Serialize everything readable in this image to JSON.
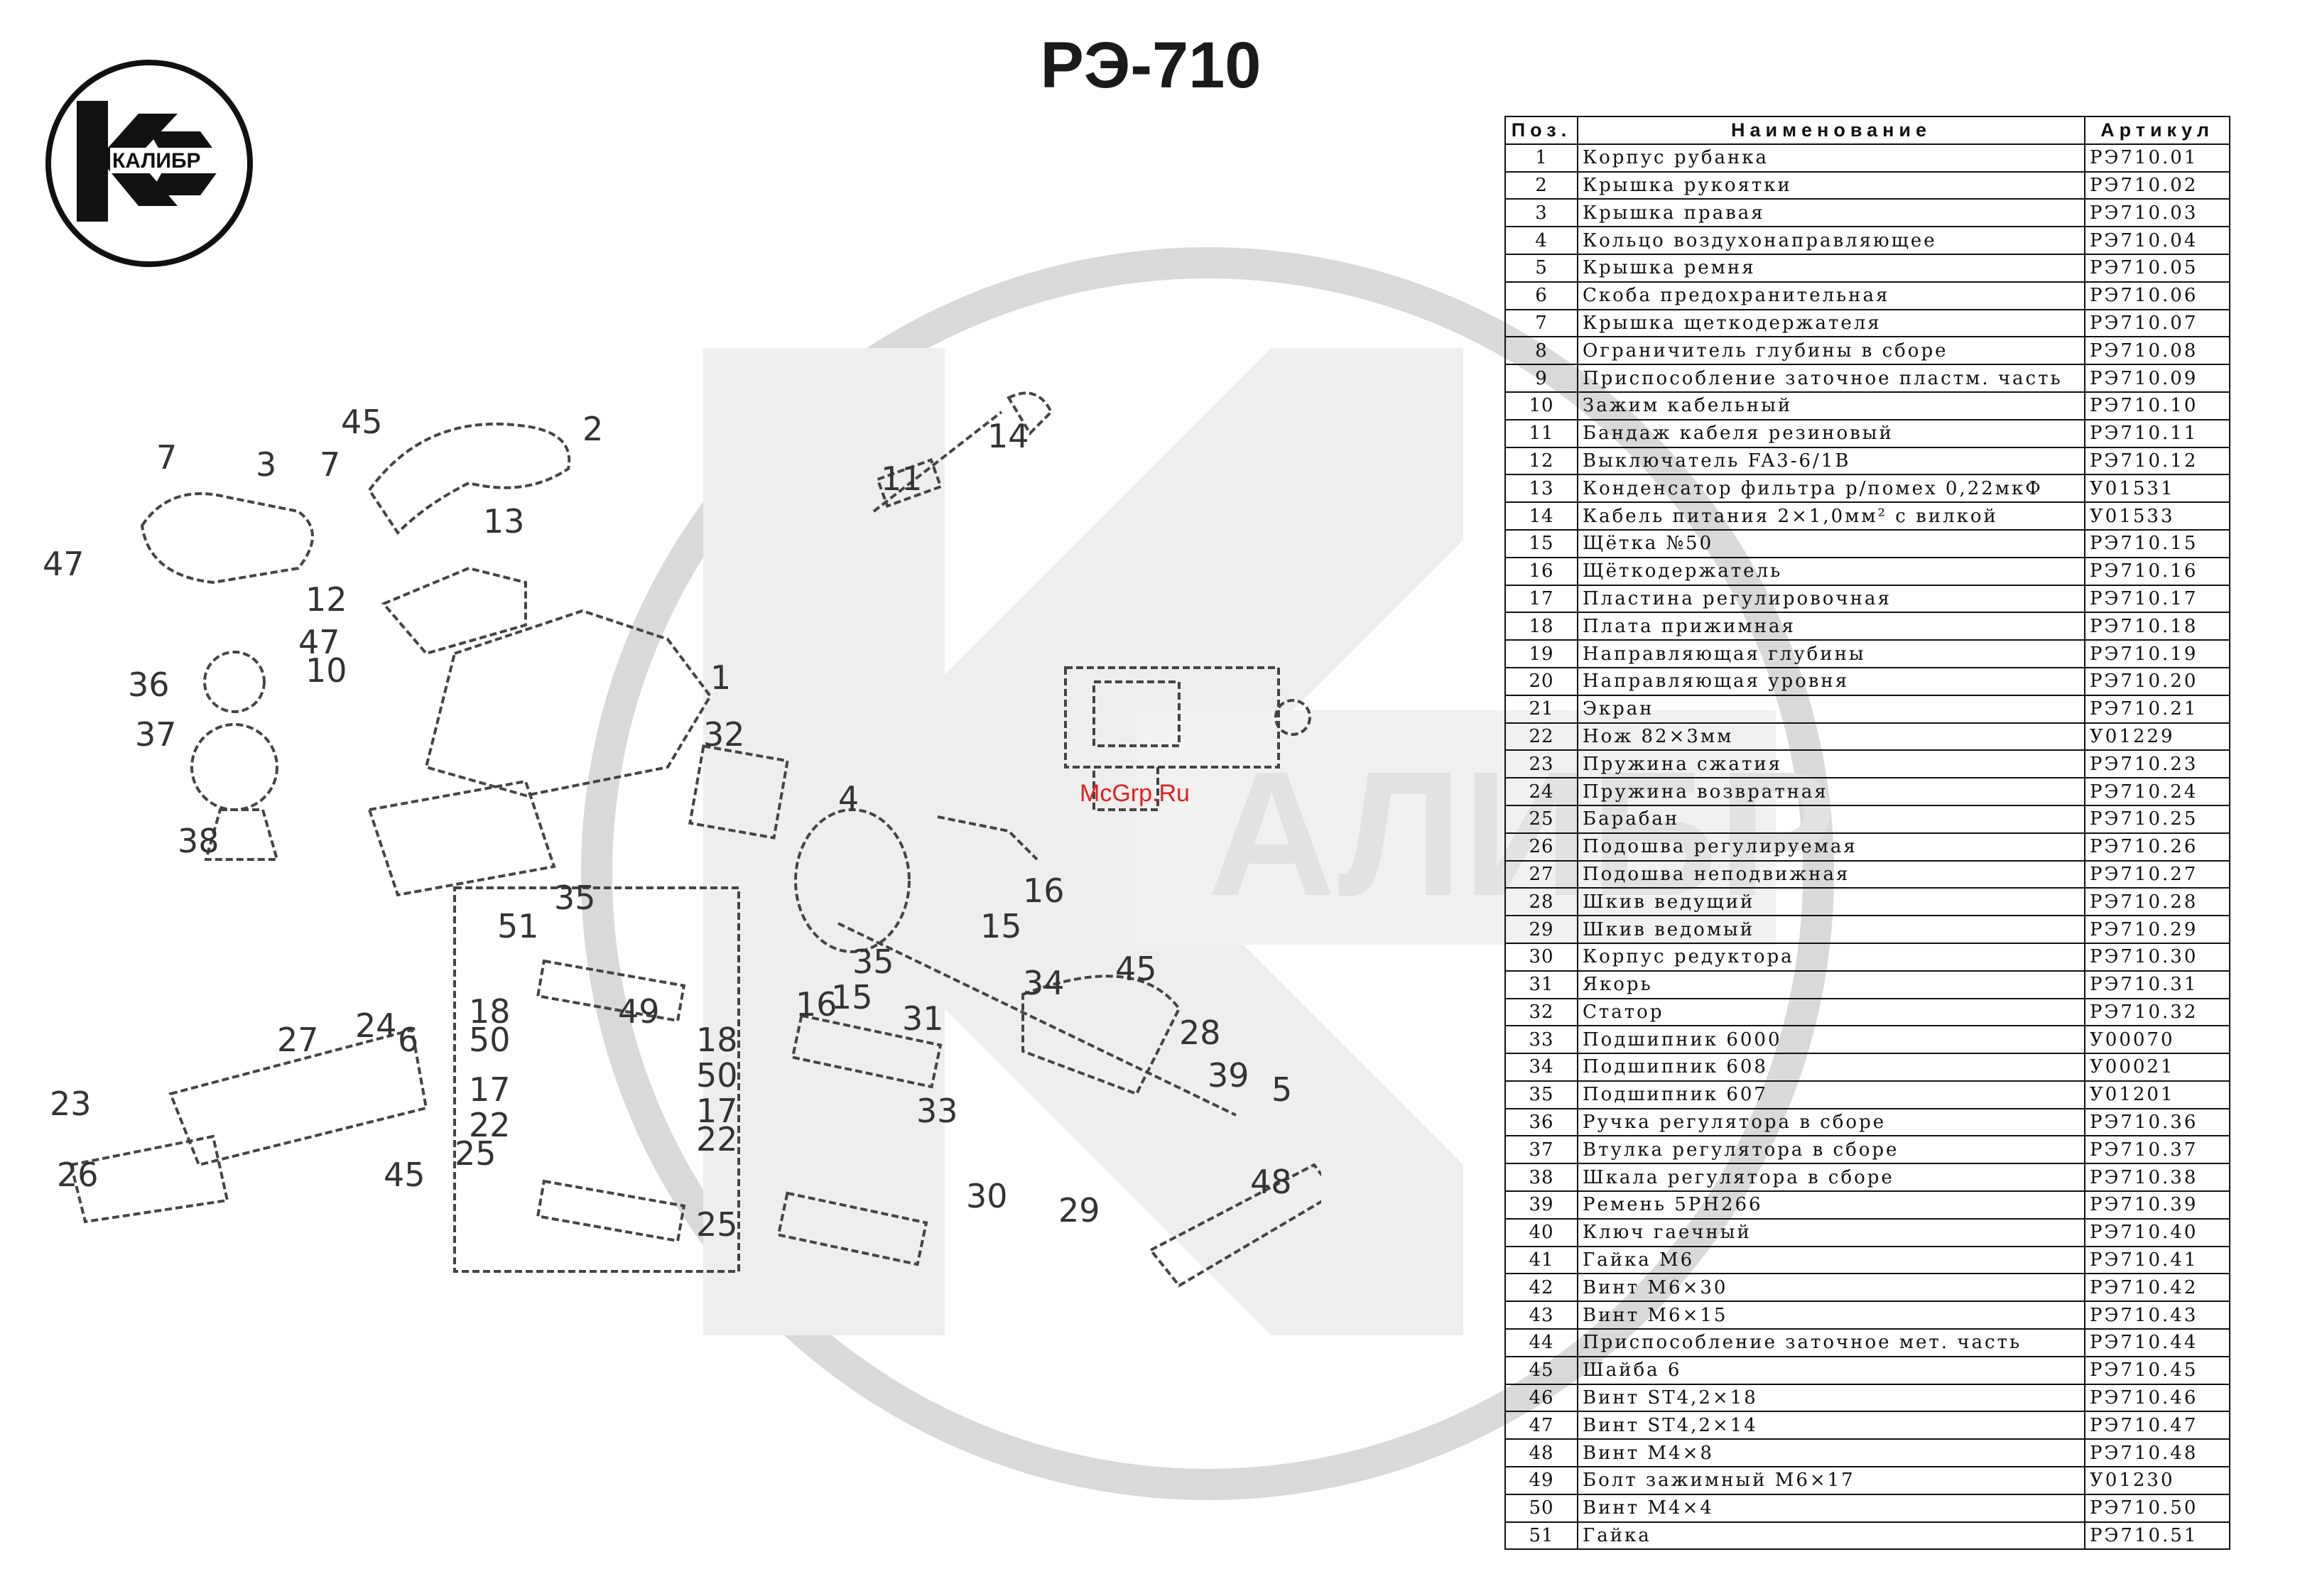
{
  "logo": {
    "text": "КАЛИБР"
  },
  "title": "РЭ-710",
  "watermark_text": "McGrp.Ru",
  "diagram": {
    "callouts": [
      "7",
      "3",
      "7",
      "45",
      "2",
      "14",
      "47",
      "13",
      "11",
      "12",
      "47",
      "10",
      "1",
      "36",
      "32",
      "37",
      "4",
      "38",
      "35",
      "51",
      "15",
      "16",
      "49",
      "24",
      "6",
      "18",
      "27",
      "50",
      "18",
      "35",
      "16",
      "15",
      "31",
      "34",
      "45",
      "23",
      "17",
      "50",
      "22",
      "33",
      "17",
      "28",
      "39",
      "26",
      "45",
      "25",
      "22",
      "30",
      "5",
      "25",
      "29",
      "48"
    ]
  },
  "table": {
    "headers": {
      "pos": "Поз.",
      "name": "Наименование",
      "art": "Артикул"
    },
    "rows": [
      {
        "pos": "1",
        "name": "Корпус рубанка",
        "art": "РЭ710.01"
      },
      {
        "pos": "2",
        "name": "Крышка рукоятки",
        "art": "РЭ710.02"
      },
      {
        "pos": "3",
        "name": "Крышка правая",
        "art": "РЭ710.03"
      },
      {
        "pos": "4",
        "name": "Кольцо воздухонаправляющее",
        "art": "РЭ710.04"
      },
      {
        "pos": "5",
        "name": "Крышка ремня",
        "art": "РЭ710.05"
      },
      {
        "pos": "6",
        "name": "Скоба предохранительная",
        "art": "РЭ710.06"
      },
      {
        "pos": "7",
        "name": "Крышка щеткодержателя",
        "art": "РЭ710.07"
      },
      {
        "pos": "8",
        "name": "Ограничитель глубины в сборе",
        "art": "РЭ710.08"
      },
      {
        "pos": "9",
        "name": "Приспособление заточное пластм. часть",
        "art": "РЭ710.09"
      },
      {
        "pos": "10",
        "name": "Зажим кабельный",
        "art": "РЭ710.10"
      },
      {
        "pos": "11",
        "name": "Бандаж кабеля резиновый",
        "art": "РЭ710.11"
      },
      {
        "pos": "12",
        "name": "Выключатель FA3-6/1B",
        "art": "РЭ710.12"
      },
      {
        "pos": "13",
        "name": "Конденсатор фильтра р/помех 0,22мкФ",
        "art": "У01531"
      },
      {
        "pos": "14",
        "name": "Кабель питания 2×1,0мм² с вилкой",
        "art": "У01533"
      },
      {
        "pos": "15",
        "name": "Щётка №50",
        "art": "РЭ710.15"
      },
      {
        "pos": "16",
        "name": "Щёткодержатель",
        "art": "РЭ710.16"
      },
      {
        "pos": "17",
        "name": "Пластина регулировочная",
        "art": "РЭ710.17"
      },
      {
        "pos": "18",
        "name": "Плата прижимная",
        "art": "РЭ710.18"
      },
      {
        "pos": "19",
        "name": "Направляющая глубины",
        "art": "РЭ710.19"
      },
      {
        "pos": "20",
        "name": "Направляющая уровня",
        "art": "РЭ710.20"
      },
      {
        "pos": "21",
        "name": "Экран",
        "art": "РЭ710.21"
      },
      {
        "pos": "22",
        "name": "Нож 82×3мм",
        "art": "У01229"
      },
      {
        "pos": "23",
        "name": "Пружина сжатия",
        "art": "РЭ710.23"
      },
      {
        "pos": "24",
        "name": "Пружина возвратная",
        "art": "РЭ710.24"
      },
      {
        "pos": "25",
        "name": "Барабан",
        "art": "РЭ710.25"
      },
      {
        "pos": "26",
        "name": "Подошва регулируемая",
        "art": "РЭ710.26"
      },
      {
        "pos": "27",
        "name": "Подошва неподвижная",
        "art": "РЭ710.27"
      },
      {
        "pos": "28",
        "name": "Шкив ведущий",
        "art": "РЭ710.28"
      },
      {
        "pos": "29",
        "name": "Шкив ведомый",
        "art": "РЭ710.29"
      },
      {
        "pos": "30",
        "name": "Корпус редуктора",
        "art": "РЭ710.30"
      },
      {
        "pos": "31",
        "name": "Якорь",
        "art": "РЭ710.31"
      },
      {
        "pos": "32",
        "name": "Статор",
        "art": "РЭ710.32"
      },
      {
        "pos": "33",
        "name": "Подшипник 6000",
        "art": "У00070"
      },
      {
        "pos": "34",
        "name": "Подшипник 608",
        "art": "У00021"
      },
      {
        "pos": "35",
        "name": "Подшипник 607",
        "art": "У01201"
      },
      {
        "pos": "36",
        "name": "Ручка регулятора в сборе",
        "art": "РЭ710.36"
      },
      {
        "pos": "37",
        "name": "Втулка регулятора в сборе",
        "art": "РЭ710.37"
      },
      {
        "pos": "38",
        "name": "Шкала регулятора в сборе",
        "art": "РЭ710.38"
      },
      {
        "pos": "39",
        "name": "Ремень 5PH266",
        "art": "РЭ710.39"
      },
      {
        "pos": "40",
        "name": "Ключ гаечный",
        "art": "РЭ710.40"
      },
      {
        "pos": "41",
        "name": "Гайка М6",
        "art": "РЭ710.41"
      },
      {
        "pos": "42",
        "name": "Винт М6×30",
        "art": "РЭ710.42"
      },
      {
        "pos": "43",
        "name": "Винт М6×15",
        "art": "РЭ710.43"
      },
      {
        "pos": "44",
        "name": "Приспособление заточное мет. часть",
        "art": "РЭ710.44"
      },
      {
        "pos": "45",
        "name": "Шайба 6",
        "art": "РЭ710.45"
      },
      {
        "pos": "46",
        "name": "Винт ST4,2×18",
        "art": "РЭ710.46"
      },
      {
        "pos": "47",
        "name": "Винт ST4,2×14",
        "art": "РЭ710.47"
      },
      {
        "pos": "48",
        "name": "Винт М4×8",
        "art": "РЭ710.48"
      },
      {
        "pos": "49",
        "name": "Болт зажимный М6×17",
        "art": "У01230"
      },
      {
        "pos": "50",
        "name": "Винт М4×4",
        "art": "РЭ710.50"
      },
      {
        "pos": "51",
        "name": "Гайка",
        "art": "РЭ710.51"
      }
    ]
  }
}
